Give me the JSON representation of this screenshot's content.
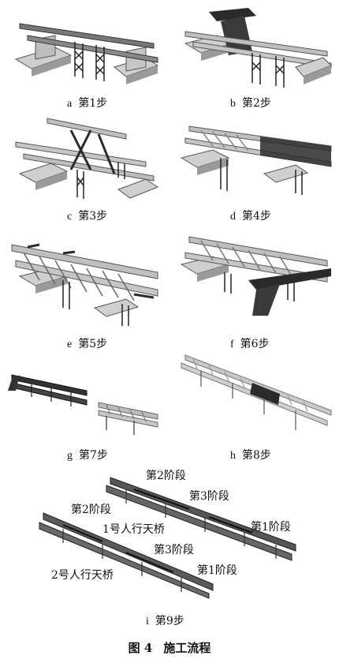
{
  "figure": {
    "label": "图 4",
    "title": "施工流程"
  },
  "panels": [
    {
      "letter": "a",
      "step": "第1步"
    },
    {
      "letter": "b",
      "step": "第2步"
    },
    {
      "letter": "c",
      "step": "第3步"
    },
    {
      "letter": "d",
      "step": "第4步"
    },
    {
      "letter": "e",
      "step": "第5步"
    },
    {
      "letter": "f",
      "step": "第6步"
    },
    {
      "letter": "g",
      "step": "第7步"
    },
    {
      "letter": "h",
      "step": "第8步"
    },
    {
      "letter": "i",
      "step": "第9步"
    }
  ],
  "annotations": {
    "stage2_top": "第2阶段",
    "stage3_top": "第3阶段",
    "stage1_top": "第1阶段",
    "stage2_left": "第2阶段",
    "bridge1": "1号人行天桥",
    "stage3_mid": "第3阶段",
    "stage1_mid": "第1阶段",
    "bridge2": "2号人行天桥"
  },
  "colors": {
    "concrete": "#cfcfcf",
    "steel_dark": "#2a2a2a",
    "steel_light": "#bfbfbf",
    "outline": "#555555"
  }
}
